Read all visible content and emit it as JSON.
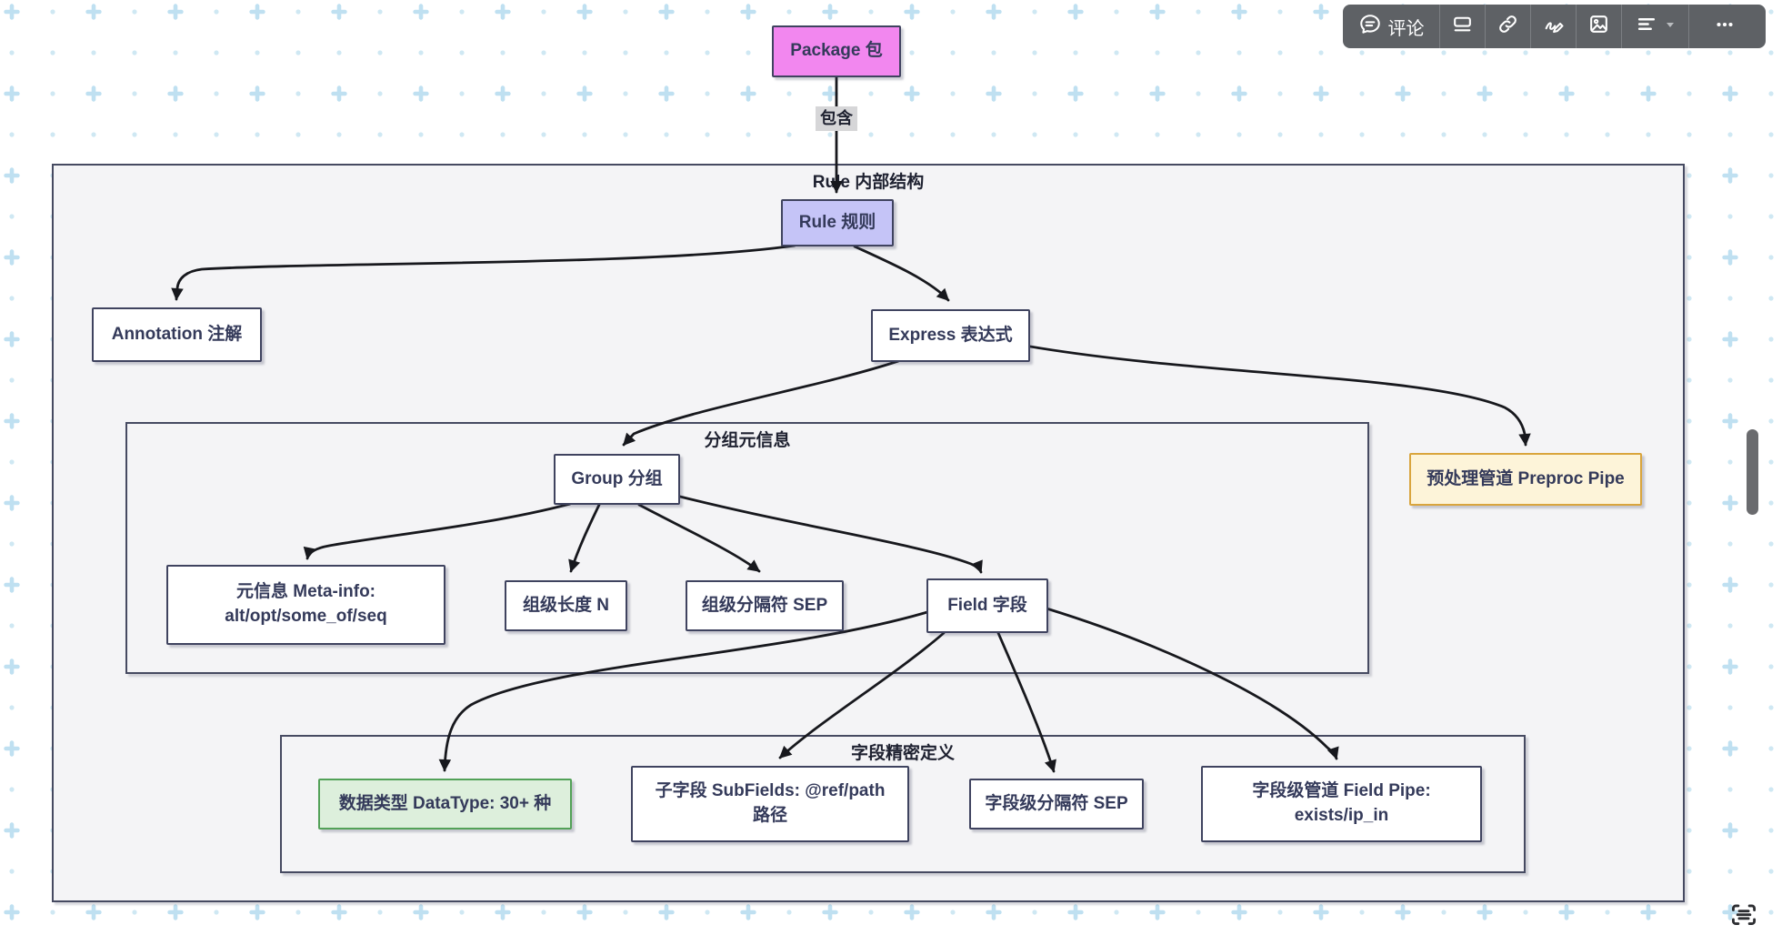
{
  "toolbar": {
    "comment_label": "评论",
    "buttons": [
      "comment",
      "card",
      "link",
      "draw",
      "image",
      "align",
      "more"
    ]
  },
  "canvas": {
    "edge_labels": {
      "package_contains": "包含"
    }
  },
  "containers": {
    "rule_internal": {
      "label": "Rule 内部结构"
    },
    "group_meta": {
      "label": "分组元信息"
    },
    "field_precise": {
      "label": "字段精密定义"
    }
  },
  "nodes": {
    "package": {
      "label": "Package 包"
    },
    "rule": {
      "label": "Rule 规则"
    },
    "annotation": {
      "label": "Annotation 注解"
    },
    "express": {
      "label": "Express 表达式"
    },
    "group": {
      "label": "Group 分组"
    },
    "preproc_pipe": {
      "label": "预处理管道 Preproc Pipe"
    },
    "meta_info": {
      "label": "元信息 Meta-info:\nalt/opt/some_of/seq"
    },
    "group_length": {
      "label": "组级长度 N"
    },
    "group_sep": {
      "label": "组级分隔符 SEP"
    },
    "field": {
      "label": "Field 字段"
    },
    "datatype": {
      "label": "数据类型 DataType: 30+ 种"
    },
    "subfields": {
      "label": "子字段 SubFields: @ref/path\n路径"
    },
    "field_sep": {
      "label": "字段级分隔符 SEP"
    },
    "field_pipe": {
      "label": "字段级管道 Field Pipe:\nexists/ip_in"
    }
  },
  "icons": {
    "comment": "speech-bubble",
    "card": "card-lines",
    "link": "chain-link",
    "draw": "pen-squiggle",
    "image": "picture",
    "align": "align-left-lines",
    "dropdown": "caret-down",
    "more": "ellipsis",
    "scan": "scan-text-lines"
  },
  "colors": {
    "canvas_background": "#ffffff",
    "grid_plus": "#bfe0f1",
    "grid_dot": "#cfe8f3",
    "container_fill": "#f4f4f6",
    "container_border": "#464a61",
    "node_border": "#3f435f",
    "node_fill": "#ffffff",
    "node_text": "#343a5a",
    "package_fill": "#f287ef",
    "rule_fill": "#c5c4f7",
    "preproc_fill": "#fdf4d9",
    "preproc_border": "#d9a53d",
    "datatype_fill": "#ddefdc",
    "datatype_border": "#53a158",
    "edge_color": "#17181d",
    "edge_label_bg": "#d6d6d8",
    "toolbar_bg": "#5e6165",
    "toolbar_icon": "#ffffff"
  }
}
